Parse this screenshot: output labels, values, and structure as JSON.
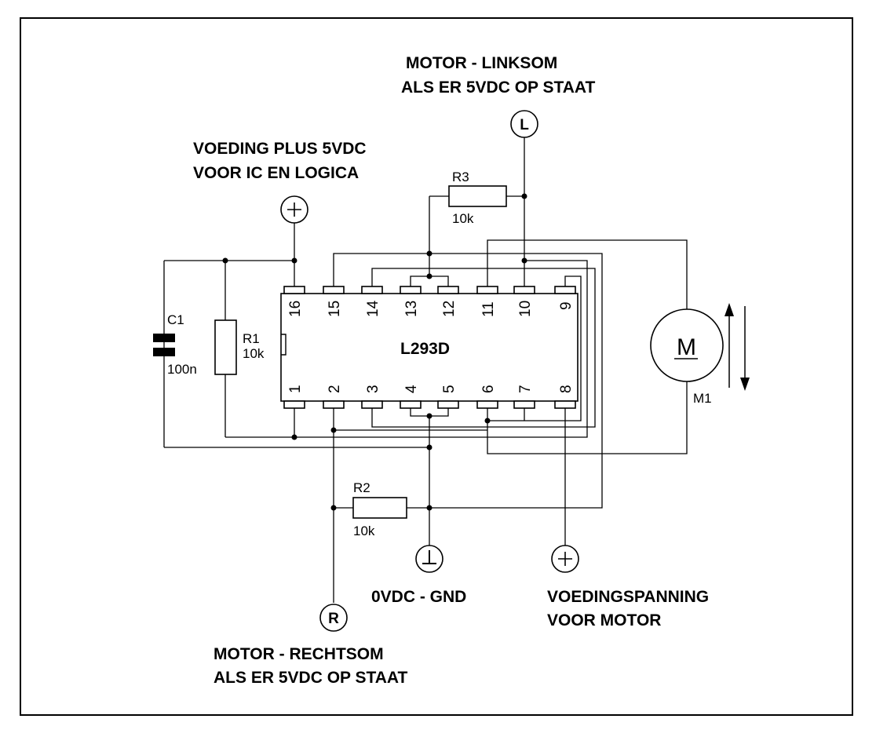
{
  "labels": {
    "linksom_1": "MOTOR - LINKSOM",
    "linksom_2": "ALS ER 5VDC OP STAAT",
    "voeding_1": "VOEDING PLUS 5VDC",
    "voeding_2": "VOOR IC EN LOGICA",
    "gnd": "0VDC - GND",
    "vmotor_1": "VOEDINGSPANNING",
    "vmotor_2": "VOOR MOTOR",
    "rechtsom_1": "MOTOR - RECHTSOM",
    "rechtsom_2": "ALS ER 5VDC OP STAAT"
  },
  "components": {
    "ic": "L293D",
    "c1_name": "C1",
    "c1_value": "100n",
    "r1_name": "R1",
    "r1_value": "10k",
    "r2_name": "R2",
    "r2_value": "10k",
    "r3_name": "R3",
    "r3_value": "10k",
    "m1_name": "M1",
    "motor_symbol": "M"
  },
  "terminals": {
    "left": "L",
    "right": "R",
    "plus_logic": "+",
    "plus_motor": "+",
    "ground": "⊥"
  },
  "pins_top": [
    "16",
    "15",
    "14",
    "13",
    "12",
    "11",
    "10",
    "9"
  ],
  "pins_bottom": [
    "1",
    "2",
    "3",
    "4",
    "5",
    "6",
    "7",
    "8"
  ]
}
